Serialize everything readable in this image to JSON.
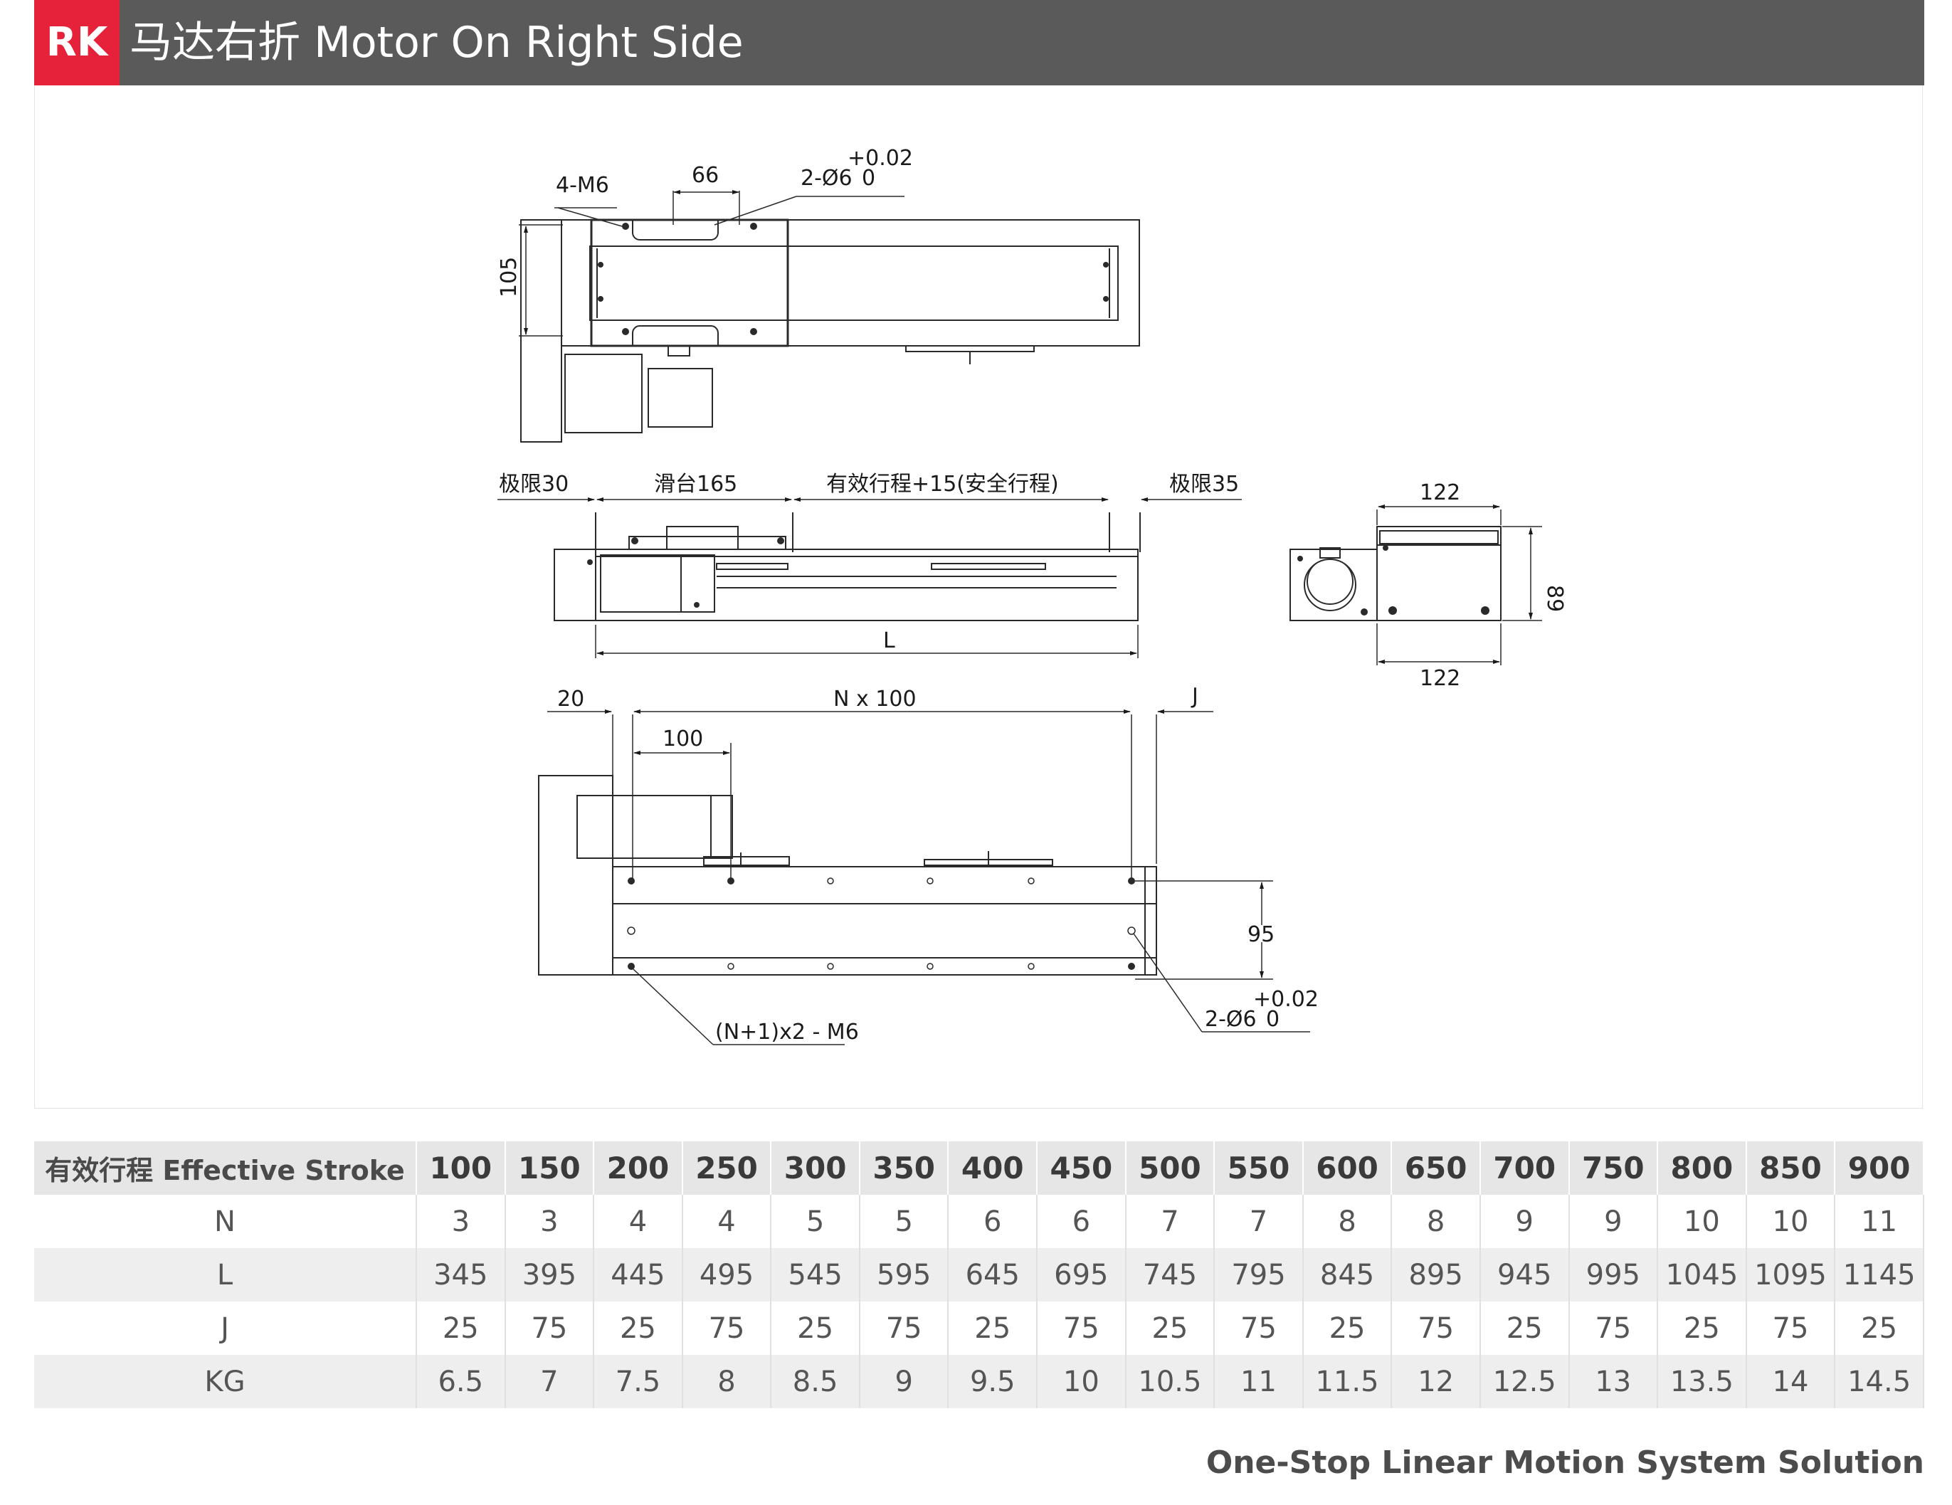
{
  "header": {
    "badge": "RK",
    "title": "马达右折 Motor On Right Side"
  },
  "drawing": {
    "top_view": {
      "label_4m6": "4-M6",
      "dim_66": "66",
      "hole_spec": "2-Ø6",
      "hole_tol_upper": "+0.02",
      "hole_tol_lower": "0",
      "dim_105": "105"
    },
    "side_view": {
      "limit_left": "极限30",
      "slide": "滑台165",
      "stroke": "有效行程+15(安全行程)",
      "limit_right": "极限35",
      "length": "L"
    },
    "end_view": {
      "width_top": "122",
      "width_bottom": "122",
      "height": "89"
    },
    "bottom_view": {
      "dim_20": "20",
      "pitch": "N x 100",
      "dim_j": "J",
      "dim_100": "100",
      "dim_95": "95",
      "holes_label": "(N+1)x2 - M6",
      "pin_spec": "2-Ø6",
      "pin_tol_upper": "+0.02",
      "pin_tol_lower": "0"
    }
  },
  "table": {
    "header_label": "有效行程 Effective Stroke",
    "strokes": [
      "100",
      "150",
      "200",
      "250",
      "300",
      "350",
      "400",
      "450",
      "500",
      "550",
      "600",
      "650",
      "700",
      "750",
      "800",
      "850",
      "900"
    ],
    "rows": [
      {
        "label": "N",
        "values": [
          "3",
          "3",
          "4",
          "4",
          "5",
          "5",
          "6",
          "6",
          "7",
          "7",
          "8",
          "8",
          "9",
          "9",
          "10",
          "10",
          "11"
        ]
      },
      {
        "label": "L",
        "values": [
          "345",
          "395",
          "445",
          "495",
          "545",
          "595",
          "645",
          "695",
          "745",
          "795",
          "845",
          "895",
          "945",
          "995",
          "1045",
          "1095",
          "1145"
        ]
      },
      {
        "label": "J",
        "values": [
          "25",
          "75",
          "25",
          "75",
          "25",
          "75",
          "25",
          "75",
          "25",
          "75",
          "25",
          "75",
          "25",
          "75",
          "25",
          "75",
          "25"
        ]
      },
      {
        "label": "KG",
        "values": [
          "6.5",
          "7",
          "7.5",
          "8",
          "8.5",
          "9",
          "9.5",
          "10",
          "10.5",
          "11",
          "11.5",
          "12",
          "12.5",
          "13",
          "13.5",
          "14",
          "14.5"
        ]
      }
    ]
  },
  "footer": {
    "tagline": "One-Stop Linear Motion System Solution"
  }
}
